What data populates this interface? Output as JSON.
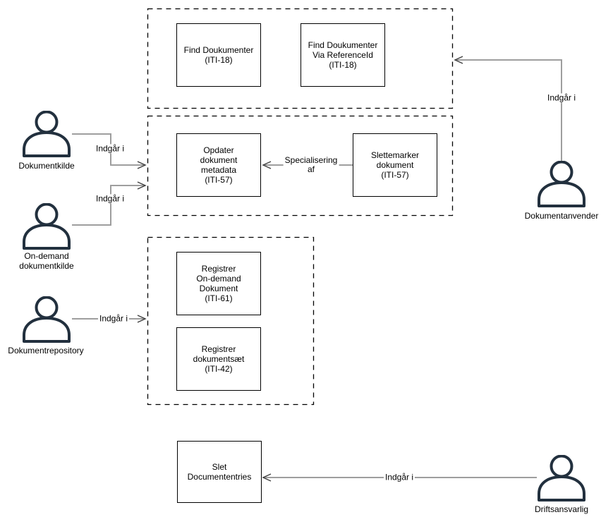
{
  "colors": {
    "edge": "#9e9e9e",
    "arrowhead": "#3f3f3f",
    "actor_outline": "#22303e",
    "shape_border": "#000000",
    "background": "#ffffff",
    "text": "#000000"
  },
  "use_cases": {
    "find_dokumenter": {
      "label": "Find Doukumenter\n(ITI-18)"
    },
    "find_via_referenceid": {
      "label": "Find Doukumenter\nVia ReferenceId\n(ITI-18)"
    },
    "opdater_metadata": {
      "label": "Opdater\ndokument\nmetadata\n(ITI-57)"
    },
    "slettemarker": {
      "label": "Slettemarker\ndokument\n(ITI-57)"
    },
    "registrer_ondemand": {
      "label": "Registrer\nOn-demand\nDokument\n(ITI-61)"
    },
    "registrer_dokumentsaet": {
      "label": "Registrer\ndokumentsæt\n(ITI-42)"
    },
    "slet_documententries": {
      "label": "Slet\nDocumententries"
    }
  },
  "actors": {
    "dokumentkilde": {
      "label": "Dokumentkilde"
    },
    "ondemand_dokumentkilde": {
      "label": "On-demand\ndokumentkilde"
    },
    "dokumentrepository": {
      "label": "Dokumentrepository"
    },
    "dokumentanvender": {
      "label": "Dokumentanvender"
    },
    "driftsansvarlig": {
      "label": "Driftsansvarlig"
    }
  },
  "edge_labels": {
    "dokumentkilde": "Indgår i",
    "ondemand": "Indgår i",
    "repository": "Indgår i",
    "anvender": "Indgår i",
    "drift": "Indgår i",
    "specialisering": "Specialisering\naf"
  }
}
